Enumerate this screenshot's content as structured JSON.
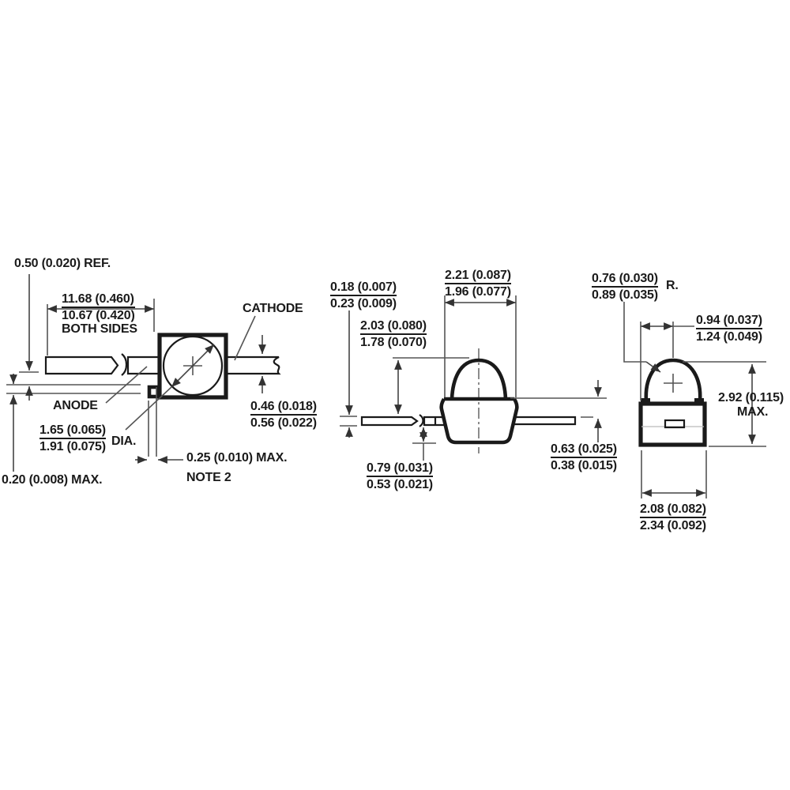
{
  "page": {
    "background": "#ffffff",
    "ink_color": "#1a1a1a",
    "dim_line_color": "#555555",
    "description": "LED package outline dimension drawing, three views, mm (inch) dual dimensions"
  },
  "views": {
    "top_view": {
      "lead_ref": "0.50 (0.020) REF.",
      "lead_length": {
        "num": "11.68 (0.460)",
        "den": "10.67 (0.420)",
        "note": "BOTH SIDES"
      },
      "cathode": "CATHODE",
      "anode": "ANODE",
      "lens_dia": {
        "num": "1.65 (0.065)",
        "den": "1.91 (0.075)",
        "suffix": "DIA."
      },
      "standoff_max": "0.20 (0.008) MAX.",
      "lead_width": {
        "num": "0.46 (0.018)",
        "den": "0.56 (0.022)"
      },
      "tab_protrusion": {
        "label": "0.25 (0.010) MAX.",
        "note": "NOTE 2"
      }
    },
    "side_view": {
      "lead_thickness": {
        "num": "0.18 (0.007)",
        "den": "0.23 (0.009)"
      },
      "body_width": {
        "num": "2.21 (0.087)",
        "den": "1.96 (0.077)"
      },
      "dome_height": {
        "num": "2.03 (0.080)",
        "den": "1.78 (0.070)"
      },
      "lead_to_base": {
        "num": "0.79 (0.031)",
        "den": "0.53 (0.021)"
      },
      "top_to_lead": {
        "num": "0.63 (0.025)",
        "den": "0.38 (0.015)"
      }
    },
    "end_view": {
      "dome_radius": {
        "num": "0.76 (0.030)",
        "den": "0.89 (0.035)",
        "suffix": "R."
      },
      "dome_offset": {
        "num": "0.94 (0.037)",
        "den": "1.24 (0.049)"
      },
      "overall_height": {
        "label": "2.92 (0.115)",
        "suffix": "MAX."
      },
      "body_width": {
        "num": "2.08 (0.082)",
        "den": "2.34 (0.092)"
      }
    }
  }
}
